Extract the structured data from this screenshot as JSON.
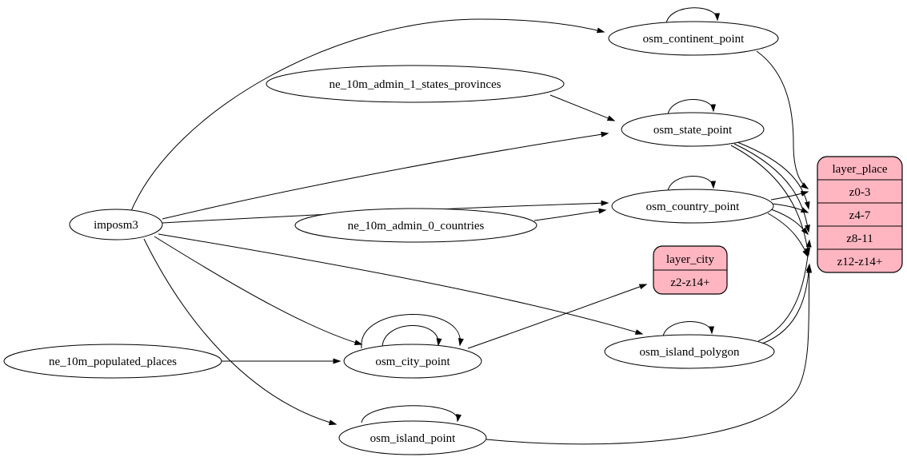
{
  "diagram": {
    "kind": "etl-graph",
    "background": "#ffffff",
    "colors": {
      "table_node_fill": "#ffffff",
      "layer_node_fill": "#ffb6c1",
      "stroke": "#000000"
    },
    "nodes": {
      "imposm3": {
        "label": "imposm3"
      },
      "ne_10m_admin_1_states_provinces": {
        "label": "ne_10m_admin_1_states_provinces"
      },
      "ne_10m_admin_0_countries": {
        "label": "ne_10m_admin_0_countries"
      },
      "ne_10m_populated_places": {
        "label": "ne_10m_populated_places"
      },
      "osm_continent_point": {
        "label": "osm_continent_point"
      },
      "osm_state_point": {
        "label": "osm_state_point"
      },
      "osm_country_point": {
        "label": "osm_country_point"
      },
      "osm_city_point": {
        "label": "osm_city_point"
      },
      "osm_island_polygon": {
        "label": "osm_island_polygon"
      },
      "osm_island_point": {
        "label": "osm_island_point"
      },
      "layer_city": {
        "title": "layer_city",
        "rows": [
          "z2-z14+"
        ]
      },
      "layer_place": {
        "title": "layer_place",
        "rows": [
          "z0-3",
          "z4-7",
          "z8-11",
          "z12-z14+"
        ]
      }
    },
    "edges": [
      {
        "from": "imposm3",
        "to": "osm_continent_point"
      },
      {
        "from": "imposm3",
        "to": "osm_state_point"
      },
      {
        "from": "imposm3",
        "to": "osm_country_point"
      },
      {
        "from": "imposm3",
        "to": "osm_city_point"
      },
      {
        "from": "imposm3",
        "to": "osm_island_polygon"
      },
      {
        "from": "imposm3",
        "to": "osm_island_point"
      },
      {
        "from": "ne_10m_admin_1_states_provinces",
        "to": "osm_state_point"
      },
      {
        "from": "ne_10m_admin_0_countries",
        "to": "osm_country_point"
      },
      {
        "from": "ne_10m_populated_places",
        "to": "osm_city_point"
      },
      {
        "from": "osm_continent_point",
        "to": "osm_continent_point",
        "self_loop": true
      },
      {
        "from": "osm_state_point",
        "to": "osm_state_point",
        "self_loop": true
      },
      {
        "from": "osm_country_point",
        "to": "osm_country_point",
        "self_loop": true
      },
      {
        "from": "osm_city_point",
        "to": "osm_city_point",
        "self_loop": true
      },
      {
        "from": "osm_city_point",
        "to": "osm_city_point",
        "self_loop": true
      },
      {
        "from": "osm_island_polygon",
        "to": "osm_island_polygon",
        "self_loop": true
      },
      {
        "from": "osm_island_point",
        "to": "osm_island_point",
        "self_loop": true
      },
      {
        "from": "osm_continent_point",
        "to": "layer_place",
        "row": "z0-3"
      },
      {
        "from": "osm_country_point",
        "to": "layer_place",
        "row": "z0-3"
      },
      {
        "from": "osm_country_point",
        "to": "layer_place",
        "row": "z4-7"
      },
      {
        "from": "osm_country_point",
        "to": "layer_place",
        "row": "z8-11"
      },
      {
        "from": "osm_country_point",
        "to": "layer_place",
        "row": "z12-z14+"
      },
      {
        "from": "osm_state_point",
        "to": "layer_place",
        "row": "z4-7"
      },
      {
        "from": "osm_state_point",
        "to": "layer_place",
        "row": "z8-11"
      },
      {
        "from": "osm_state_point",
        "to": "layer_place",
        "row": "z12-z14+"
      },
      {
        "from": "osm_island_polygon",
        "to": "layer_place",
        "row": "z8-11"
      },
      {
        "from": "osm_island_polygon",
        "to": "layer_place",
        "row": "z12-z14+"
      },
      {
        "from": "osm_island_point",
        "to": "layer_place",
        "row": "z12-z14+"
      },
      {
        "from": "osm_city_point",
        "to": "layer_city",
        "row": "z2-z14+"
      }
    ]
  }
}
